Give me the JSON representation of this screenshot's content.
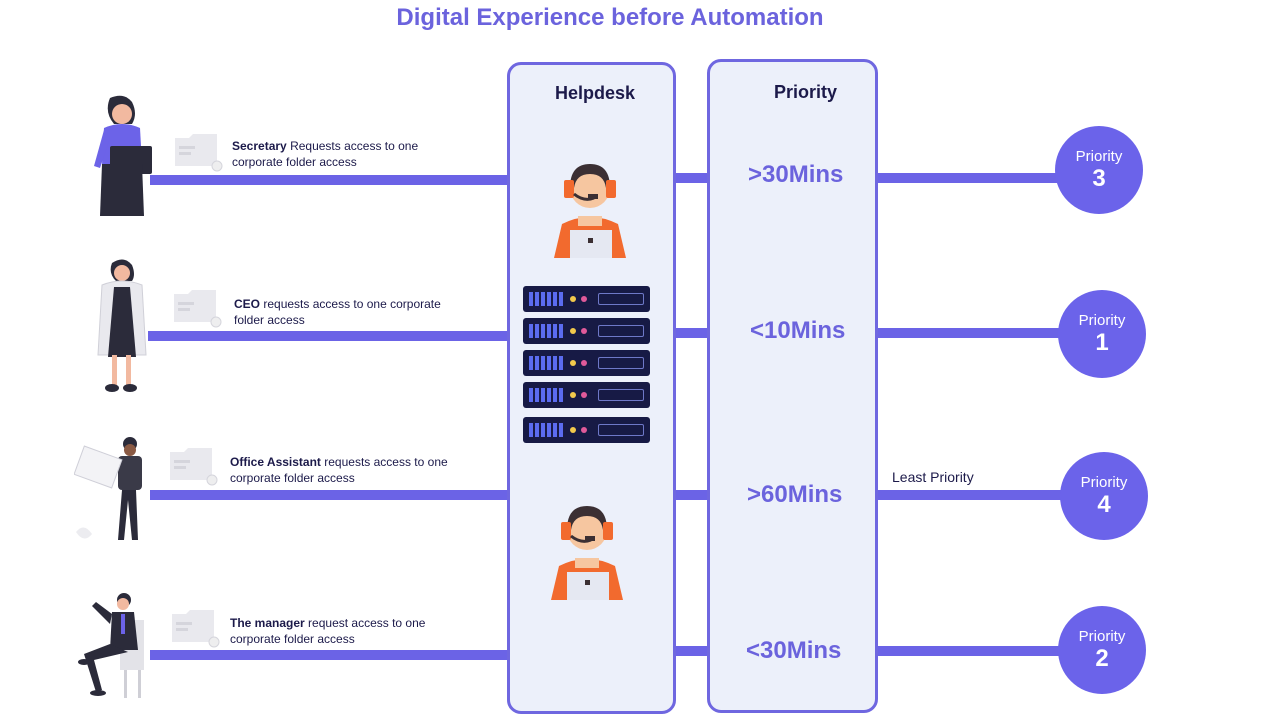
{
  "title": "Digital Experience before Automation",
  "helpdesk": {
    "title": "Helpdesk"
  },
  "priority_panel": {
    "title": "Priority"
  },
  "requests": [
    {
      "who": "Secretary",
      "text_line1": "Requests access  to one",
      "text_line2": "corporate folder access",
      "time": ">30Mins",
      "priority_label": "Priority",
      "priority_num": "3"
    },
    {
      "who": "CEO",
      "text_line1": "requests access  to one corporate",
      "text_line2": "folder access",
      "time": "<10Mins",
      "priority_label": "Priority",
      "priority_num": "1"
    },
    {
      "who": "Office Assistant",
      "text_line1": "requests access  to one",
      "text_line2": "corporate folder access",
      "time": ">60Mins",
      "priority_label": "Priority",
      "priority_num": "4"
    },
    {
      "who": "The manager",
      "text_line1": "request access  to one",
      "text_line2": "corporate folder access",
      "time": "<30Mins",
      "priority_label": "Priority",
      "priority_num": "2"
    }
  ],
  "least_priority_note": "Least Priority",
  "icons": [
    "person-secretary-icon",
    "person-ceo-icon",
    "person-office-assistant-icon",
    "person-manager-icon",
    "folder-icon",
    "helpdesk-agent-icon",
    "server-rack-icon"
  ],
  "colors": {
    "accent": "#6b63e6",
    "panel_bg": "#ecf0fa",
    "text_dark": "#1c1a4a",
    "agent_orange": "#f26a2e"
  }
}
